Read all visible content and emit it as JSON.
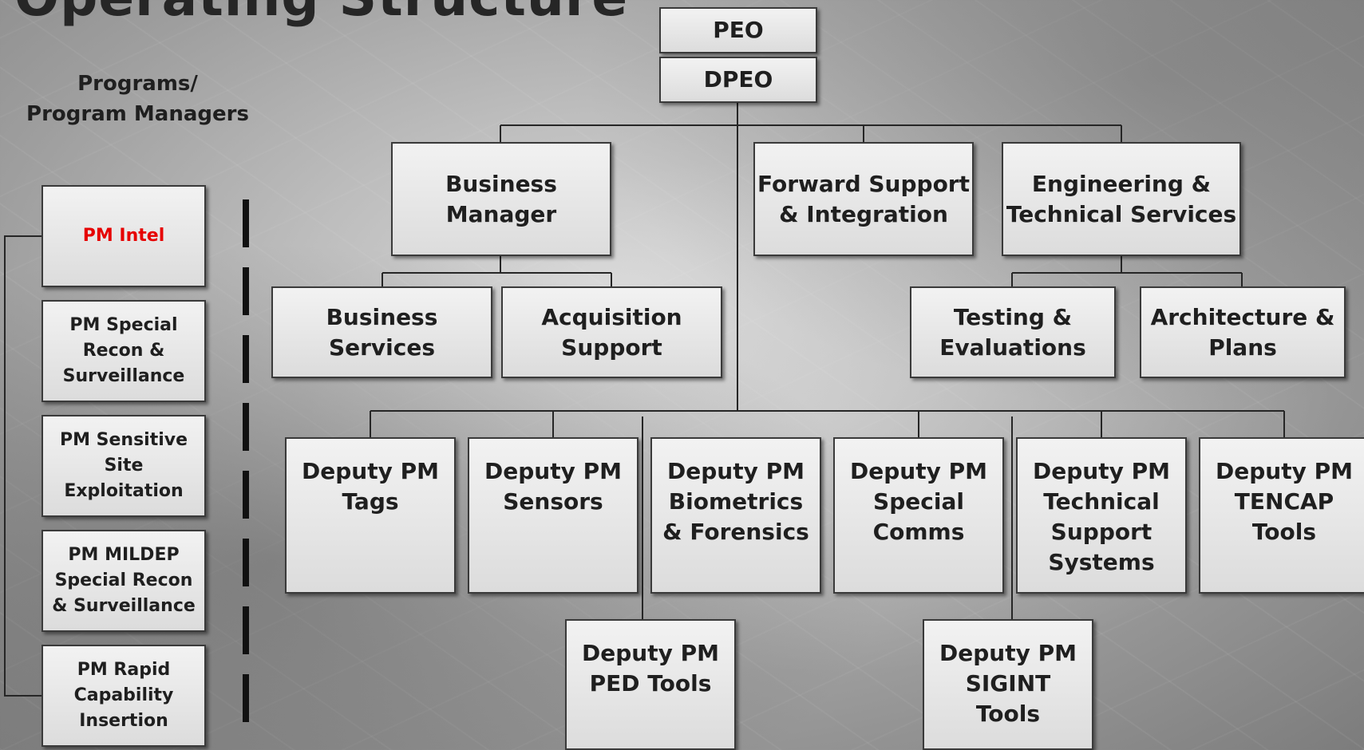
{
  "title": "Operating Structure",
  "programs_heading": [
    "Programs/",
    "Program Managers"
  ],
  "colors": {
    "accent": "#e60000",
    "box_fill": "#e6e6e6",
    "line": "#262626"
  },
  "top": {
    "peo": "PEO",
    "dpeo": "DPEO"
  },
  "level2": [
    {
      "lines": [
        "Business",
        "Manager"
      ]
    },
    {
      "lines": [
        "Forward Support",
        "& Integration"
      ]
    },
    {
      "lines": [
        "Engineering &",
        "Technical Services"
      ]
    }
  ],
  "level3": [
    {
      "lines": [
        "Business",
        "Services"
      ]
    },
    {
      "lines": [
        "Acquisition",
        "Support"
      ]
    },
    {
      "lines": [
        "Testing &",
        "Evaluations"
      ]
    },
    {
      "lines": [
        "Architecture &",
        "Plans"
      ]
    }
  ],
  "deputies": [
    {
      "lines": [
        "Deputy PM",
        "Tags"
      ]
    },
    {
      "lines": [
        "Deputy PM",
        "Sensors"
      ]
    },
    {
      "lines": [
        "Deputy PM",
        "Biometrics",
        "& Forensics"
      ]
    },
    {
      "lines": [
        "Deputy PM",
        "Special",
        "Comms"
      ]
    },
    {
      "lines": [
        "Deputy PM",
        "Technical",
        "Support",
        "Systems"
      ]
    },
    {
      "lines": [
        "Deputy PM",
        "TENCAP",
        "Tools"
      ]
    }
  ],
  "deputies_lower": [
    {
      "lines": [
        "Deputy PM",
        "PED Tools"
      ]
    },
    {
      "lines": [
        "Deputy PM",
        "SIGINT",
        "Tools"
      ]
    }
  ],
  "programs": [
    {
      "lines": [
        "PM Intel"
      ],
      "highlight": true
    },
    {
      "lines": [
        "PM Special",
        "Recon &",
        "Surveillance"
      ]
    },
    {
      "lines": [
        "PM Sensitive",
        "Site",
        "Exploitation"
      ]
    },
    {
      "lines": [
        "PM MILDEP",
        "Special Recon",
        "& Surveillance"
      ]
    },
    {
      "lines": [
        "PM Rapid",
        "Capability",
        "Insertion"
      ]
    }
  ]
}
